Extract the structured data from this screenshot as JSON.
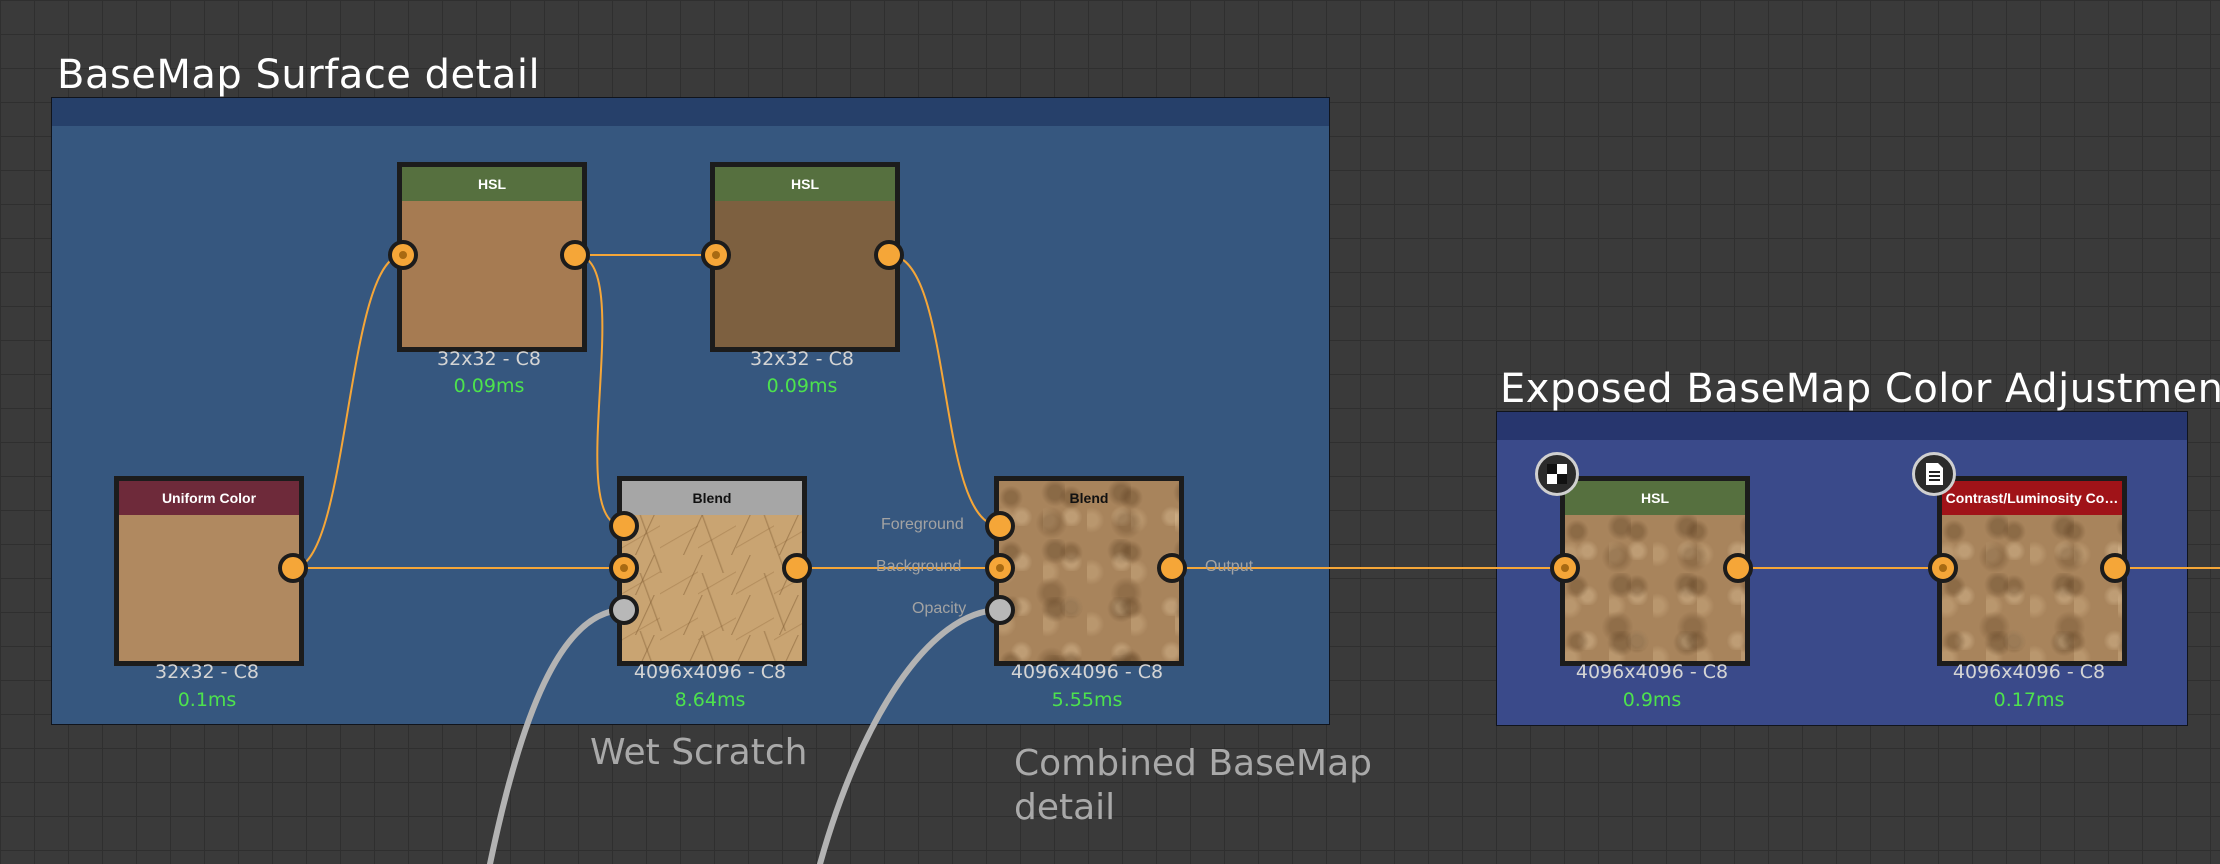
{
  "frames": [
    {
      "id": "surface",
      "title": "BaseMap Surface detail",
      "bg": "#36577f",
      "bar": "#26406a"
    },
    {
      "id": "exposed",
      "title": "Exposed BaseMap Color Adjustments",
      "bg": "#3a4a8a",
      "bar": "#27366e"
    }
  ],
  "nodes": {
    "hsl1": {
      "title": "HSL",
      "header_color": "#56703f",
      "thumb_color": "#a67b52",
      "resolution": "32x32 - C8",
      "time": "0.09ms"
    },
    "hsl2": {
      "title": "HSL",
      "header_color": "#56703f",
      "thumb_color": "#7d6040",
      "resolution": "32x32 - C8",
      "time": "0.09ms"
    },
    "uniform": {
      "title": "Uniform Color",
      "header_color": "#6e2a3a",
      "thumb_color": "#b08960",
      "resolution": "32x32 - C8",
      "time": "0.1ms"
    },
    "blend1": {
      "title": "Blend",
      "header_color": "#a6a6a6",
      "thumb_color": "#c9a472",
      "resolution": "4096x4096 - C8",
      "time": "8.64ms"
    },
    "blend2": {
      "title": "Blend",
      "header_color": "#a8845c",
      "thumb_color": "#a8845c",
      "resolution": "4096x4096 - C8",
      "time": "5.55ms"
    },
    "hsl3": {
      "title": "HSL",
      "header_color": "#56703f",
      "thumb_color": "#a8845c",
      "resolution": "4096x4096 - C8",
      "time": "0.9ms"
    },
    "contrast": {
      "title": "Contrast/Luminosity Co…",
      "header_color": "#a01318",
      "thumb_color": "#a8845c",
      "resolution": "4096x4096 - C8",
      "time": "0.17ms"
    }
  },
  "port_labels": {
    "foreground": "Foreground",
    "background": "Background",
    "opacity": "Opacity",
    "output": "Output"
  },
  "comments": {
    "wet_scratch": "Wet Scratch",
    "combined_line1": "Combined BaseMap",
    "combined_line2": "detail"
  },
  "icons": {
    "badge_hsl3": "checker-icon",
    "badge_contrast": "document-icon"
  },
  "colors": {
    "wire_orange": "#f5a638",
    "wire_gray": "#b3b3b3",
    "time_green": "#4de24d"
  }
}
